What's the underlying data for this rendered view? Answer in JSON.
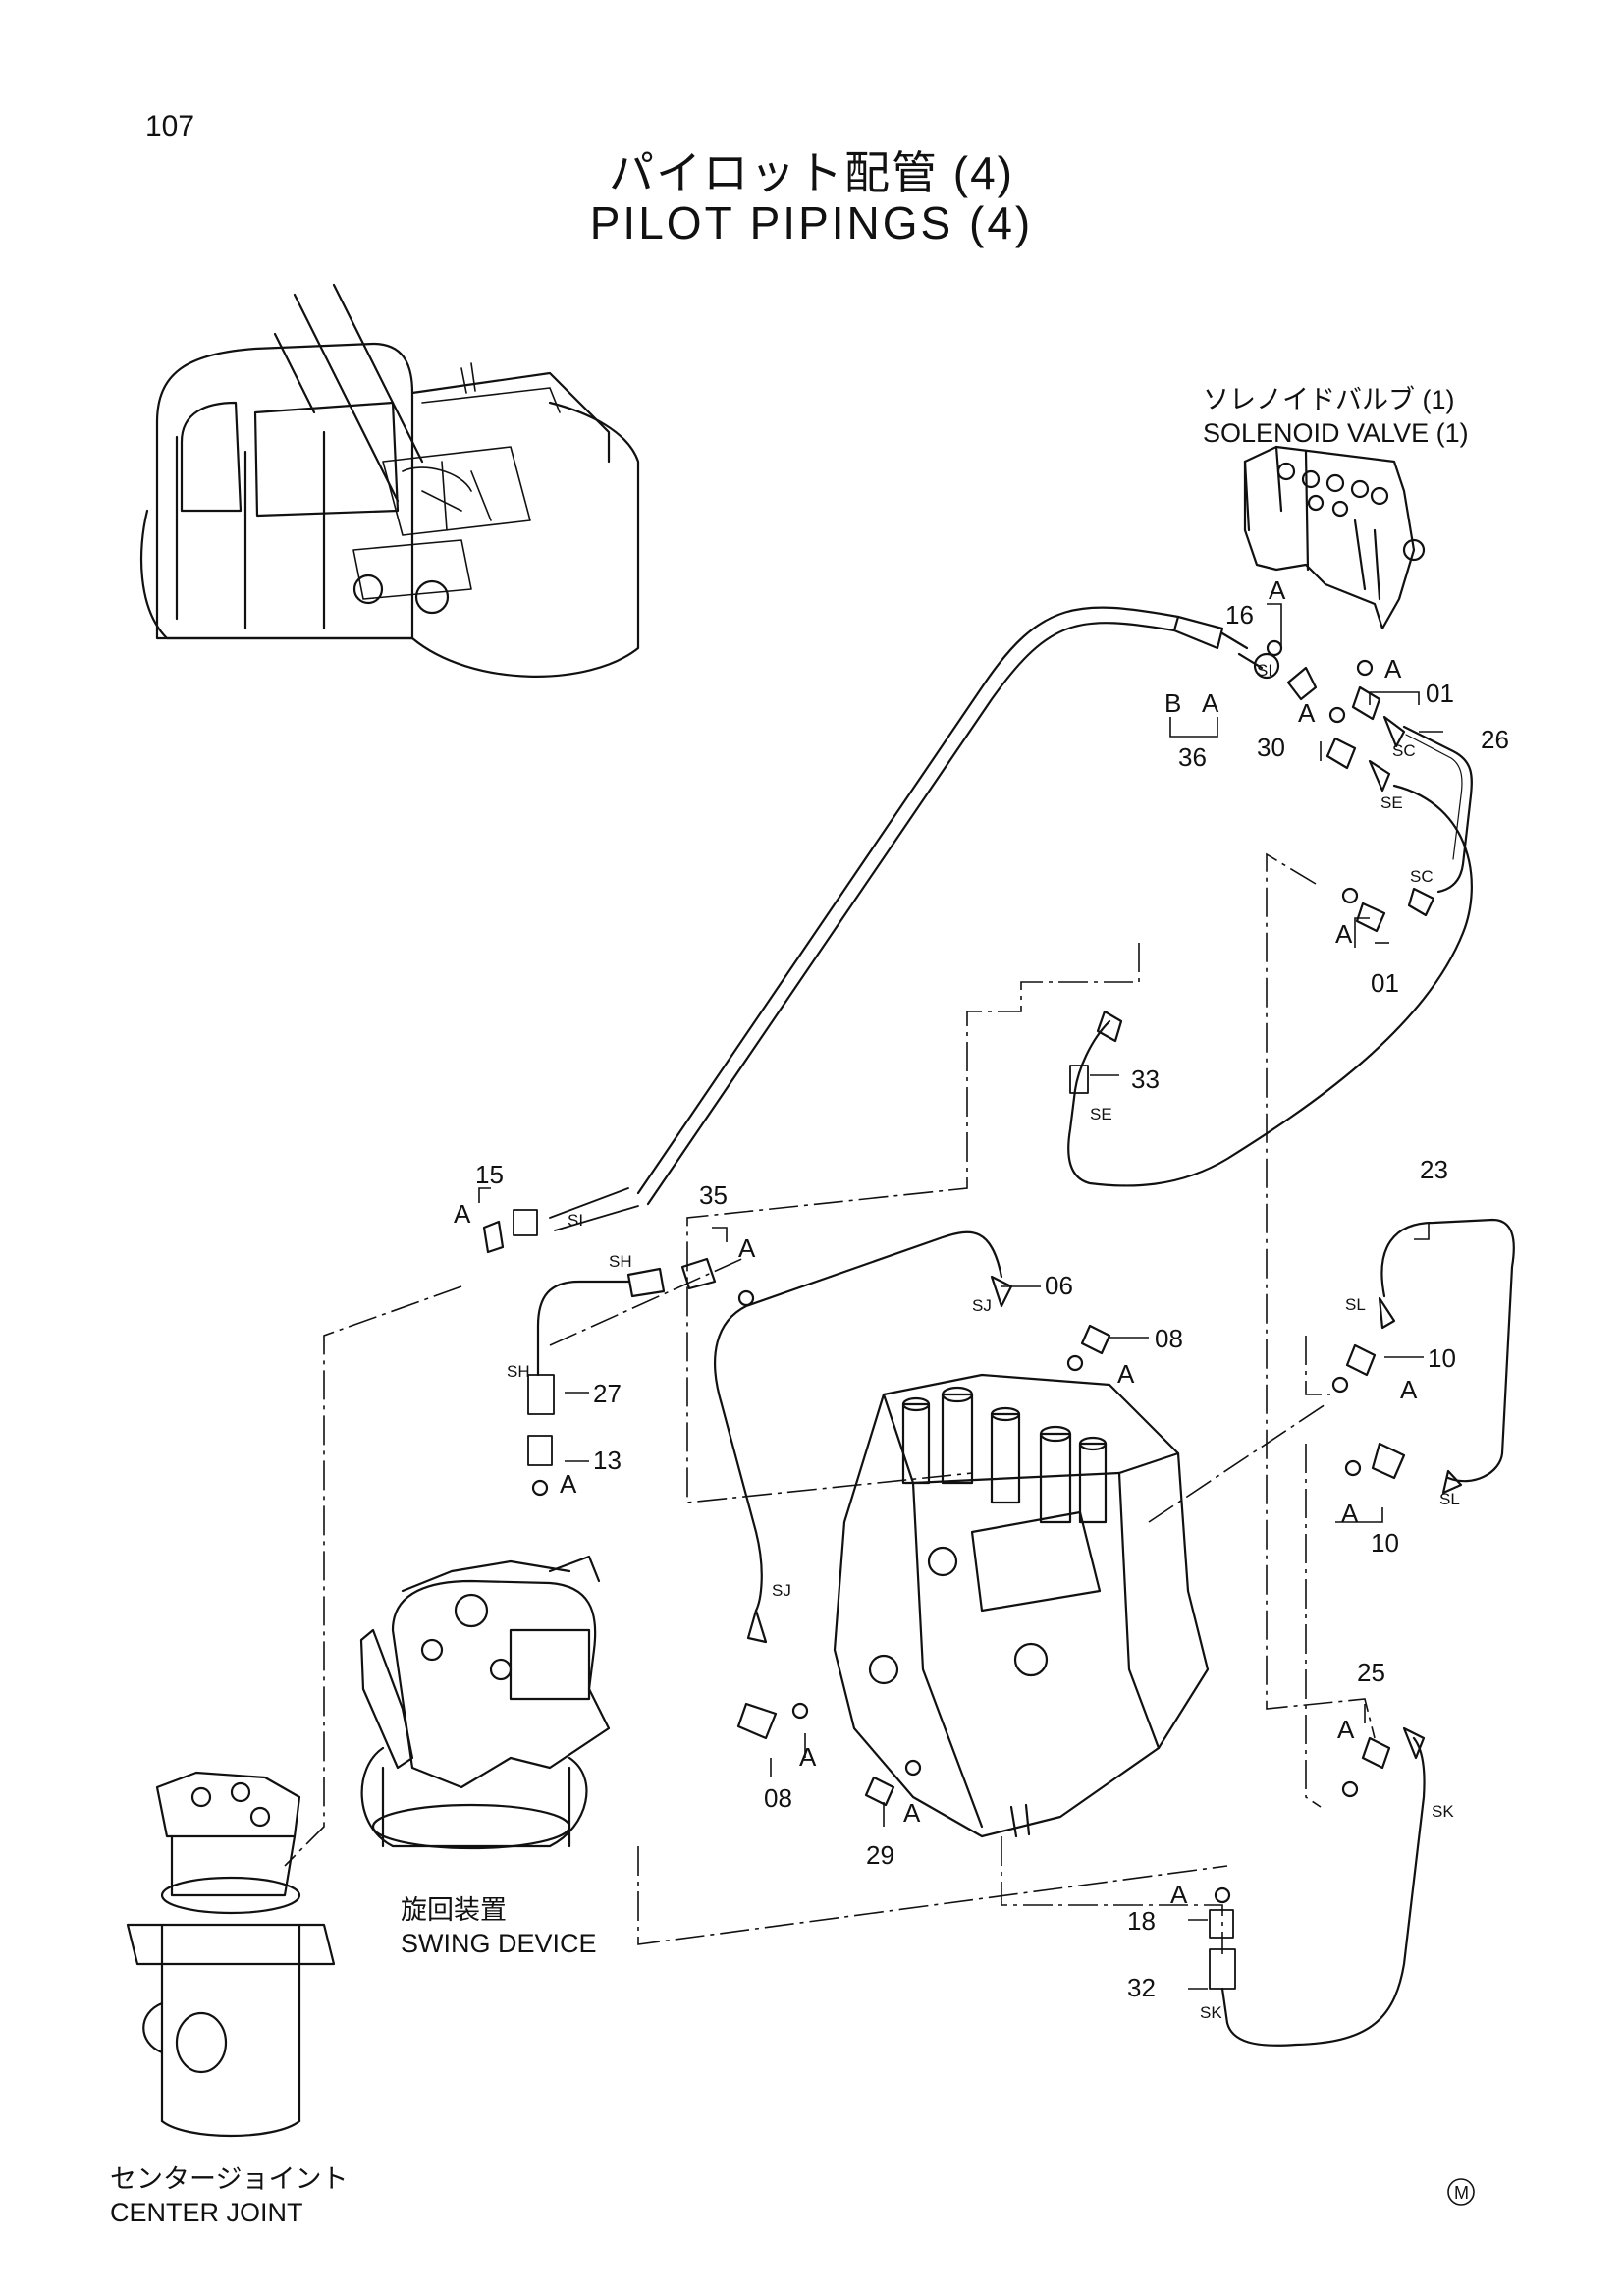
{
  "page": {
    "number": "107",
    "title_jp": "パイロット配管 (4)",
    "title_en": "PILOT PIPINGS (4)"
  },
  "components": {
    "solenoid_valve": {
      "jp": "ソレノイドバルブ (1)",
      "en": "SOLENOID VALVE (1)"
    },
    "swing_device": {
      "jp": "旋回装置",
      "en": "SWING DEVICE"
    },
    "center_joint": {
      "jp": "センタージョイント",
      "en": "CENTER JOINT"
    }
  },
  "callouts": {
    "p01a": "01",
    "p01b": "01",
    "p06": "06",
    "p08a": "08",
    "p08b": "08",
    "p10a": "10",
    "p10b": "10",
    "p13": "13",
    "p15": "15",
    "p16": "16",
    "p18": "18",
    "p23": "23",
    "p25": "25",
    "p26": "26",
    "p27": "27",
    "p29": "29",
    "p30": "30",
    "p32": "32",
    "p33": "33",
    "p35": "35",
    "p36": "36"
  },
  "kit_letters": {
    "a": "A",
    "b": "B"
  },
  "connection_codes": {
    "sc": "SC",
    "se": "SE",
    "si": "SI",
    "sh": "SH",
    "sj": "SJ",
    "sk": "SK",
    "sl": "SL"
  },
  "mark": "M"
}
